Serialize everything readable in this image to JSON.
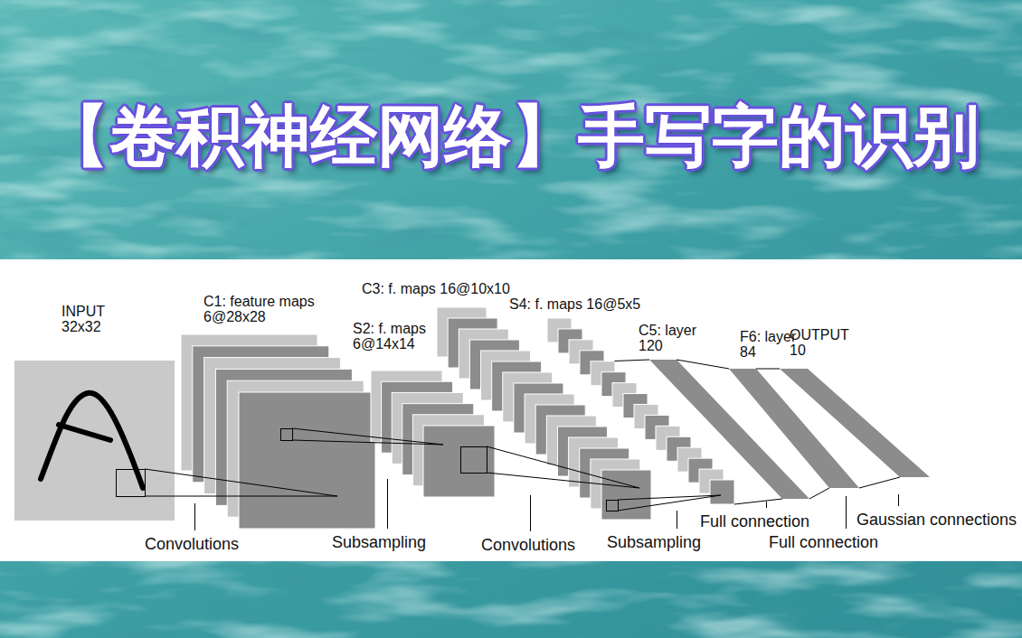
{
  "diagram": {
    "title": "【卷积神经网络】手写字的识别",
    "nodes": [
      {
        "text": [
          "INPUT 32x32"
        ]
      },
      {
        "text": [
          "C1: feature maps 6@28x28"
        ]
      },
      {
        "text": [
          "S2: f. maps 6@14x14"
        ]
      },
      {
        "text": [
          "C3: f. maps 16@10x10"
        ]
      },
      {
        "text": [
          "S4: f. maps 16@5x5"
        ]
      },
      {
        "text": [
          "C5: layer 120"
        ]
      },
      {
        "text": [
          "F6: layer 84"
        ]
      },
      {
        "text": [
          "OUTPUT 10"
        ]
      }
    ],
    "edges": [
      {
        "from": 0,
        "to": 1,
        "arrow": "none"
      },
      {
        "from": 1,
        "to": 2,
        "arrow": "none"
      },
      {
        "from": 2,
        "to": 3,
        "arrow": "none"
      },
      {
        "from": 3,
        "to": 4,
        "arrow": "none"
      },
      {
        "from": 4,
        "to": 5,
        "arrow": "none"
      },
      {
        "from": 5,
        "to": 6,
        "arrow": "none"
      },
      {
        "from": 6,
        "to": 7,
        "arrow": "none"
      }
    ],
    "labels": [
      "Convolutions",
      "Subsampling",
      "Convolutions",
      "Subsampling",
      "Full connection",
      "Full connection",
      "Gaussian connections"
    ]
  }
}
